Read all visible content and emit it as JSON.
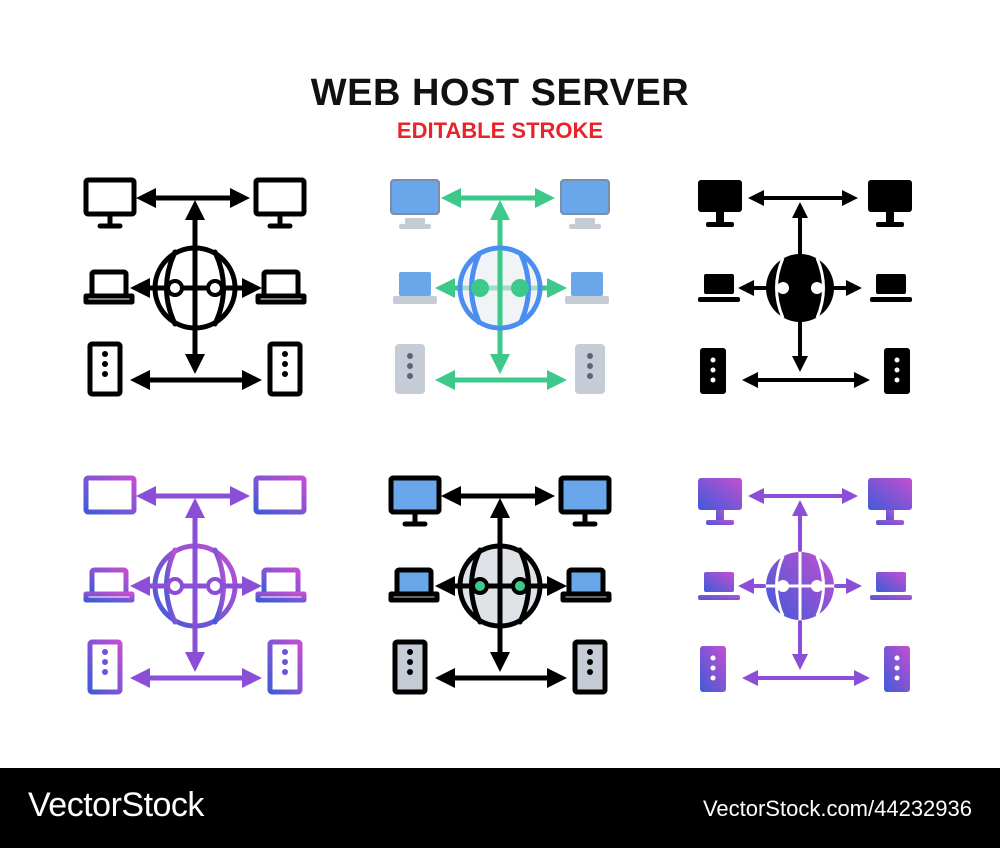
{
  "header": {
    "title": "WEB HOST SERVER",
    "subtitle": "EDITABLE STROKE"
  },
  "colors": {
    "title": "#111111",
    "subtitle": "#e8242a",
    "footer_bg": "#000000",
    "footer_text": "#ffffff",
    "flat_green": "#3cc98a",
    "flat_blue": "#4a8ef0",
    "flat_grey": "#c5ccd6",
    "gradient_start": "#3f5bd8",
    "gradient_end": "#c34fd1"
  },
  "icons": [
    {
      "style": "outline",
      "icon": "web-host-server-icon"
    },
    {
      "style": "flat-color",
      "icon": "web-host-server-icon"
    },
    {
      "style": "glyph",
      "icon": "web-host-server-icon"
    },
    {
      "style": "gradient-outline",
      "icon": "web-host-server-icon"
    },
    {
      "style": "filled-outline",
      "icon": "web-host-server-icon"
    },
    {
      "style": "gradient-glyph",
      "icon": "web-host-server-icon"
    }
  ],
  "footer": {
    "brand": "VectorStock",
    "image_id": "VectorStock.com/44232936"
  }
}
